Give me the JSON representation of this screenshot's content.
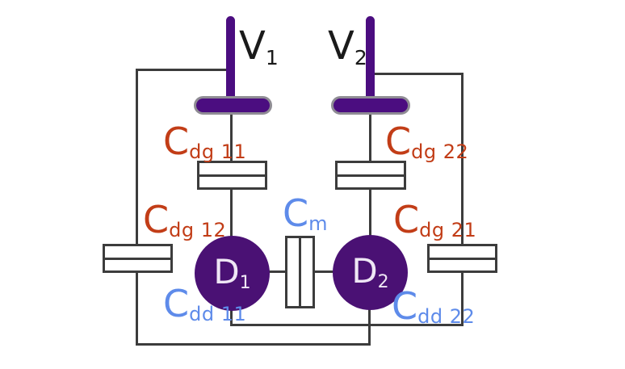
{
  "colors": {
    "wire": "#3c3c3c",
    "gate-purple": "#4b0d80",
    "dot-purple": "#4a1174",
    "plate-border": "#8f8c94",
    "red-label": "#c23d17",
    "blue-label": "#5e8bea",
    "black-label": "#1a1a1a",
    "dot-text": "#efe7f5",
    "background": "#ffffff"
  },
  "labels": {
    "v1": {
      "main": "V",
      "sub": "1"
    },
    "v2": {
      "main": "V",
      "sub": "2"
    },
    "d1": {
      "main": "D",
      "sub": "1"
    },
    "d2": {
      "main": "D",
      "sub": "2"
    },
    "cdg11": {
      "main": "C",
      "sub": "dg 11"
    },
    "cdg22": {
      "main": "C",
      "sub": "dg 22"
    },
    "cdg12": {
      "main": "C",
      "sub": "dg 12"
    },
    "cdg21": {
      "main": "C",
      "sub": "dg 21"
    },
    "cm": {
      "main": "C",
      "sub": "m"
    },
    "cdd11": {
      "main": "C",
      "sub": "dd 11"
    },
    "cdd22": {
      "main": "C",
      "sub": "dd 22"
    }
  }
}
